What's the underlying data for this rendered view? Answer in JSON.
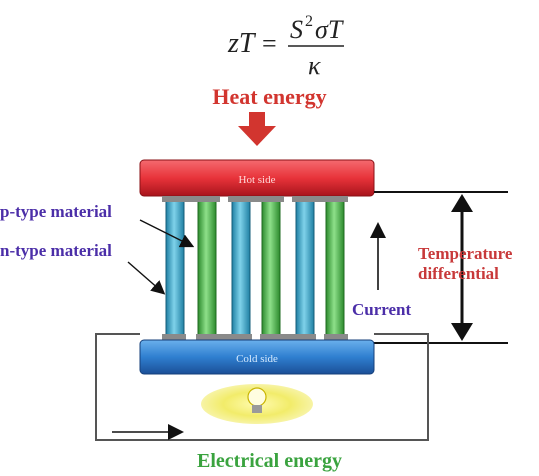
{
  "formula": {
    "lhs": "zT",
    "equals": "=",
    "numerator_base": "S",
    "numerator_exp": "2",
    "numerator_rest": "σT",
    "denominator": "κ"
  },
  "labels": {
    "heat_energy": "Heat energy",
    "hot_side": "Hot side",
    "cold_side": "Cold side",
    "p_type": "p-type material",
    "n_type": "n-type material",
    "temperature_line1": "Temperature",
    "temperature_line2": "differential",
    "current": "Current",
    "electrical_energy": "Electrical energy"
  },
  "colors": {
    "heat_red": "#d2352f",
    "hot_bar": "#e8333a",
    "cold_bar": "#2f7fd0",
    "p_leg": "#38a9c9",
    "n_leg": "#49b84a",
    "label_purple": "#4b2ea8",
    "temp_red": "#c8393a",
    "electrical_green": "#3aa33f",
    "bulb_glow": "#f2ec6a"
  }
}
